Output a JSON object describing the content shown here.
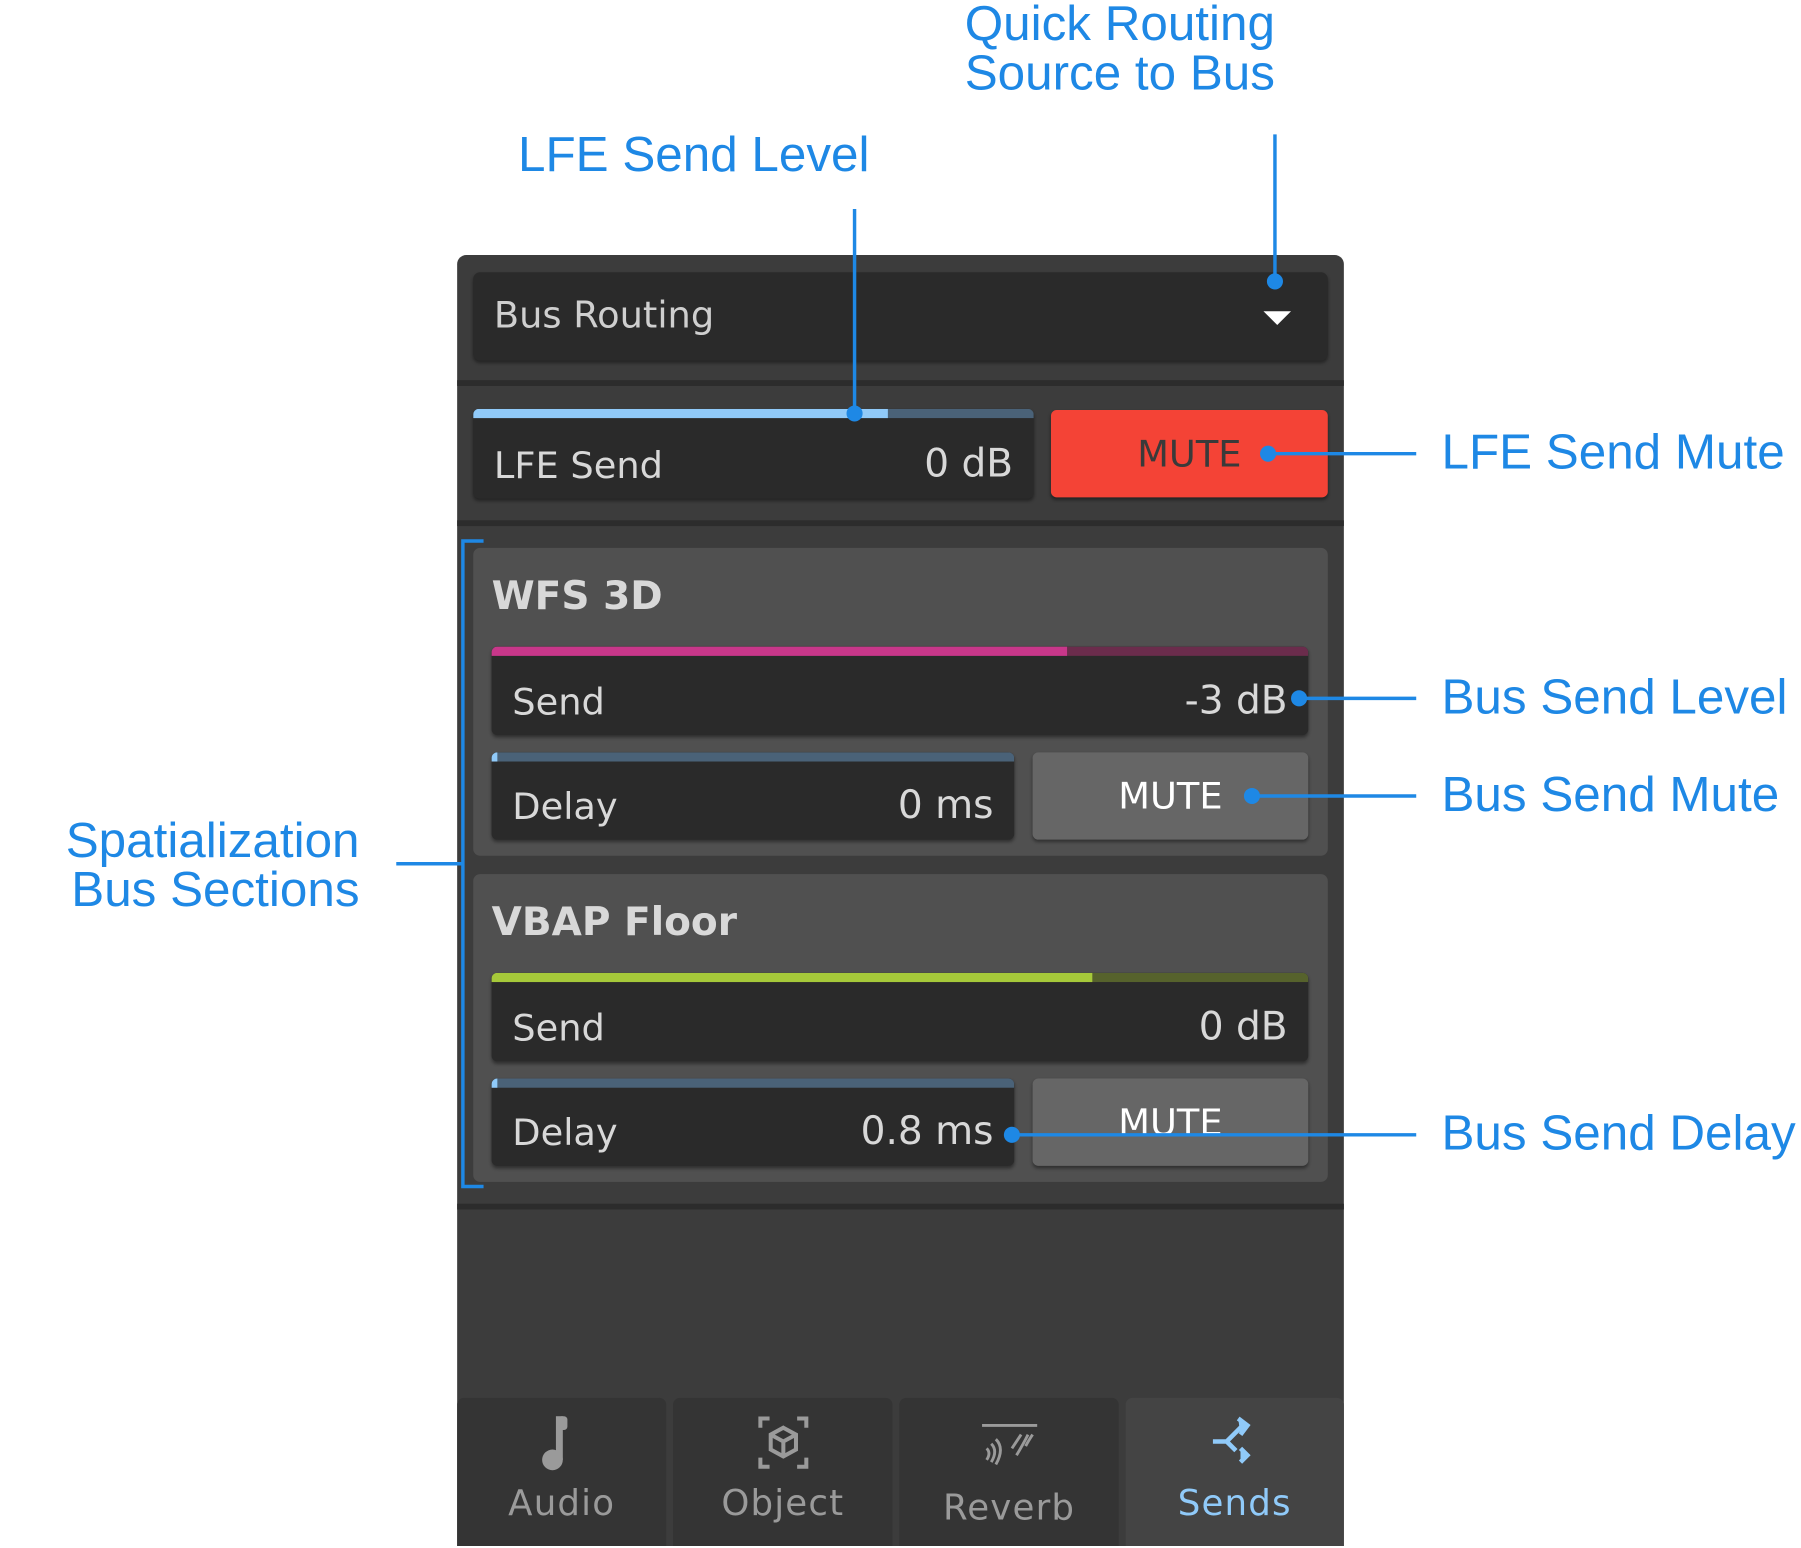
{
  "annotations": {
    "quick_routing_line1": "Quick Routing",
    "quick_routing_line2": "Source to Bus",
    "lfe_send_level": "LFE Send Level",
    "lfe_send_mute": "LFE Send Mute",
    "bus_send_level": "Bus Send Level",
    "bus_send_mute": "Bus Send Mute",
    "bus_send_delay": "Bus Send Delay",
    "spatialization_line1": "Spatialization",
    "spatialization_line2": "Bus Sections"
  },
  "dropdown": {
    "label": "Bus Routing"
  },
  "lfe": {
    "label": "LFE Send",
    "value": "0 dB",
    "fill_fraction": 0.74,
    "mute_label": "MUTE",
    "mute_active": true
  },
  "buses": [
    {
      "title": "WFS 3D",
      "send_label": "Send",
      "send_value": "-3 dB",
      "send_fraction": 0.705,
      "delay_label": "Delay",
      "delay_value": "0 ms",
      "delay_fraction": 0.01,
      "mute_label": "MUTE"
    },
    {
      "title": "VBAP Floor",
      "send_label": "Send",
      "send_value": "0 dB",
      "send_fraction": 0.735,
      "delay_label": "Delay",
      "delay_value": "0.8 ms",
      "delay_fraction": 0.01,
      "mute_label": "MUTE"
    }
  ],
  "tabs": [
    {
      "label": "Audio",
      "icon": "music-note-icon"
    },
    {
      "label": "Object",
      "icon": "cube-focus-icon"
    },
    {
      "label": "Reverb",
      "icon": "reverb-icon"
    },
    {
      "label": "Sends",
      "icon": "sends-icon",
      "active": true
    }
  ],
  "colors": {
    "accent": "#1e88e5",
    "mute_red": "#f44336",
    "lfe_bar": "#90caf9",
    "wfs_bar": "#c8378a",
    "vbap_bar": "#a6c93a",
    "active_tab": "#90caf9"
  }
}
